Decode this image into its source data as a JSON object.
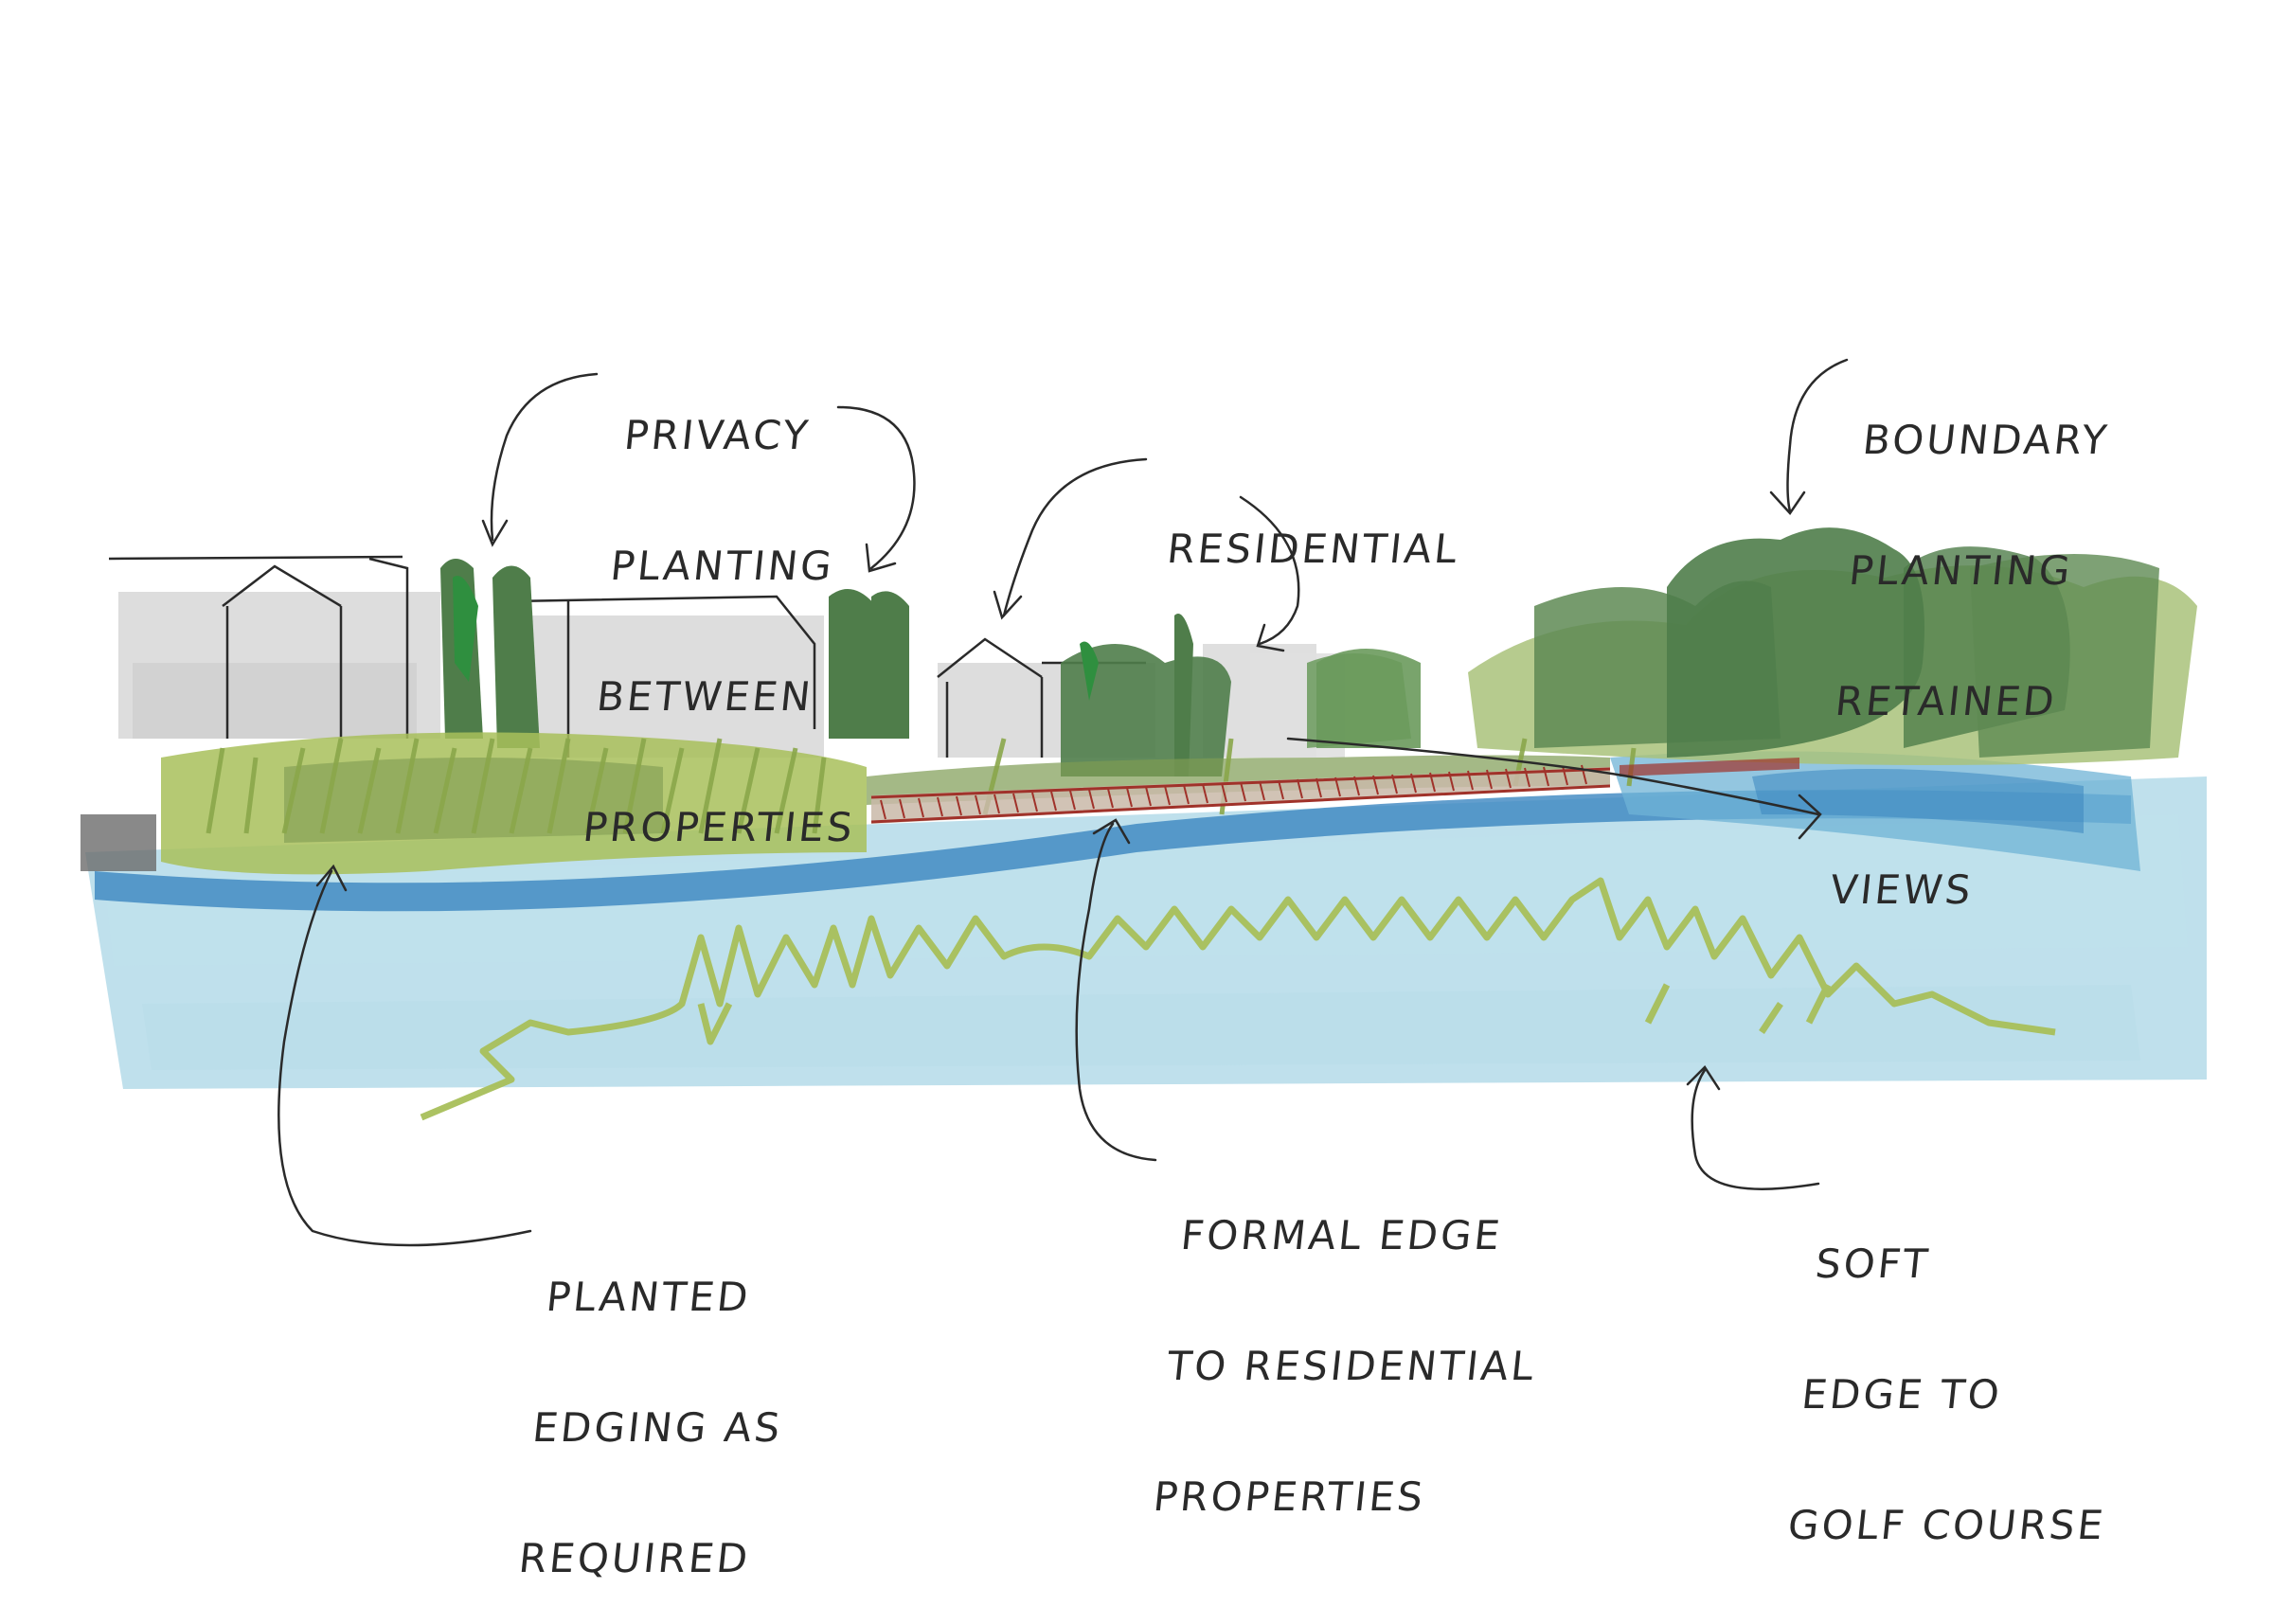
{
  "colors": {
    "water_light": "#a9d6e5",
    "water_mid": "#6fb3d6",
    "water_deep": "#3b86c0",
    "grass": "#a8bf5a",
    "tree_dark": "#4f7d4a",
    "tree_bright": "#2f8f3f",
    "tree_pale": "#a9c27a",
    "building": "#d9d9d9",
    "edge_red": "#a0322a",
    "ink": "#2a2a2a"
  },
  "labels": {
    "privacy_planting": [
      "PRIVACY",
      "PLANTING",
      "BETWEEN",
      "PROPERTIES"
    ],
    "residential": [
      "RESIDENTIAL"
    ],
    "boundary_planting": [
      "BOUNDARY",
      "PLANTING",
      "RETAINED"
    ],
    "views": [
      "VIEWS"
    ],
    "planted_edging": [
      "PLANTED",
      "EDGING AS",
      "REQUIRED"
    ],
    "formal_edge": [
      "FORMAL EDGE",
      "TO RESIDENTIAL",
      "PROPERTIES"
    ],
    "soft_edge": [
      "SOFT",
      "EDGE TO",
      "GOLF COURSE"
    ]
  }
}
